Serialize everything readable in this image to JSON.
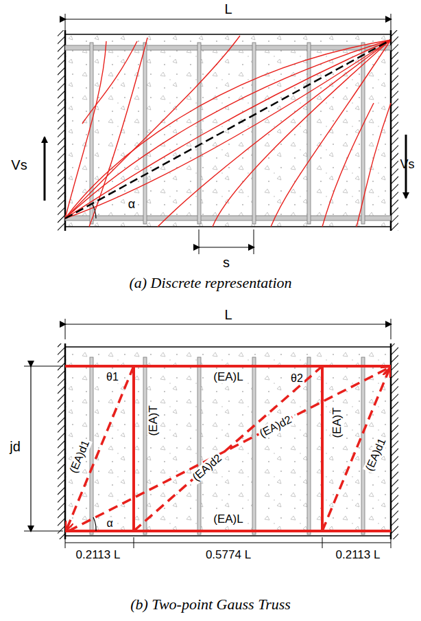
{
  "diagram": {
    "labels": [
      "L",
      "Vs",
      "Vs",
      "α",
      "s",
      "(a) Discrete representation",
      "L",
      "jd",
      "θ1",
      "θ2",
      "(EA)L",
      "(EA)T",
      "(EA)d1",
      "(EA)d2",
      "(EA)d2",
      "(EA)T",
      "(EA)d1",
      "α",
      "(EA)L",
      "0.2113 L",
      "0.5774 L",
      "0.2113 L",
      "(b) Two-point Gauss Truss"
    ]
  }
}
